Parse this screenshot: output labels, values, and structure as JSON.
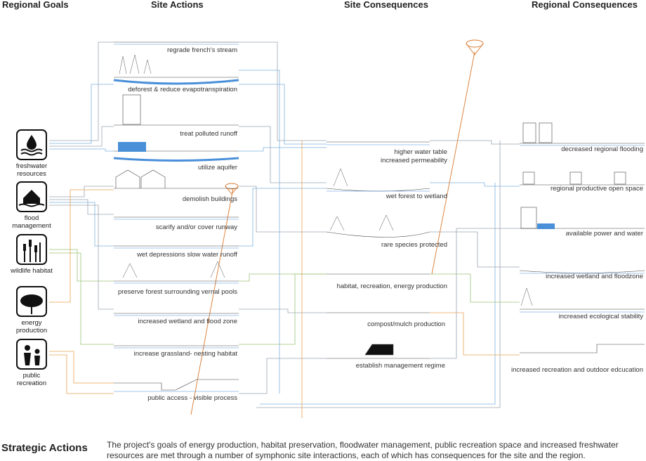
{
  "columns": {
    "regional_goals": "Regional Goals",
    "site_actions": "Site Actions",
    "site_consequences": "Site Consequences",
    "regional_consequences": "Regional Consequences"
  },
  "goals": [
    {
      "label": "freshwater resources",
      "icon": "water-drop-waves-icon"
    },
    {
      "label": "flood management",
      "icon": "flooded-house-icon"
    },
    {
      "label": "wildlife habitat",
      "icon": "cattail-reeds-icon"
    },
    {
      "label": "energy production",
      "icon": "balloon-disc-icon"
    },
    {
      "label": "public recreation",
      "icon": "people-playing-icon"
    }
  ],
  "site_actions": [
    "regrade french's stream",
    "deforest & reduce evapotranspiration",
    "treat polluted runoff",
    "utilize aquifer",
    "demolish buildings",
    "scarify and/or cover runway",
    "wet depressions slow water runoff",
    "preserve forest surrounding vernal pools",
    "increased wetland and flood zone",
    "increase grassland- nesting habitat",
    "public access - visible process"
  ],
  "site_consequences": [
    "higher water table",
    "increased permeability",
    "wet forest to wetland",
    "rare species protected",
    "habitat, recreation, energy production",
    "compost/mulch production",
    "establish  management regime"
  ],
  "regional_consequences": [
    "decreased regional flooding",
    "regional productive open space",
    "available power and water",
    "increased wetland and floodzone",
    "increased ecological stability",
    "increased recreation and outdoor edcucation"
  ],
  "footer": {
    "title": "Strategic Actions",
    "text": "The project's goals of energy production, habitat preservation, floodwater management, public recreation space and increased freshwater resources are met through a number of symphonic site interactions, each of which has consequences for the site and the region."
  },
  "colors": {
    "water": "#4a90d9",
    "connector_gray": "#9aa5b1",
    "connector_blue": "#7fb2e0",
    "connector_orange": "#e8a255",
    "connector_green": "#9cc47a",
    "balloon": "#d9782e"
  }
}
